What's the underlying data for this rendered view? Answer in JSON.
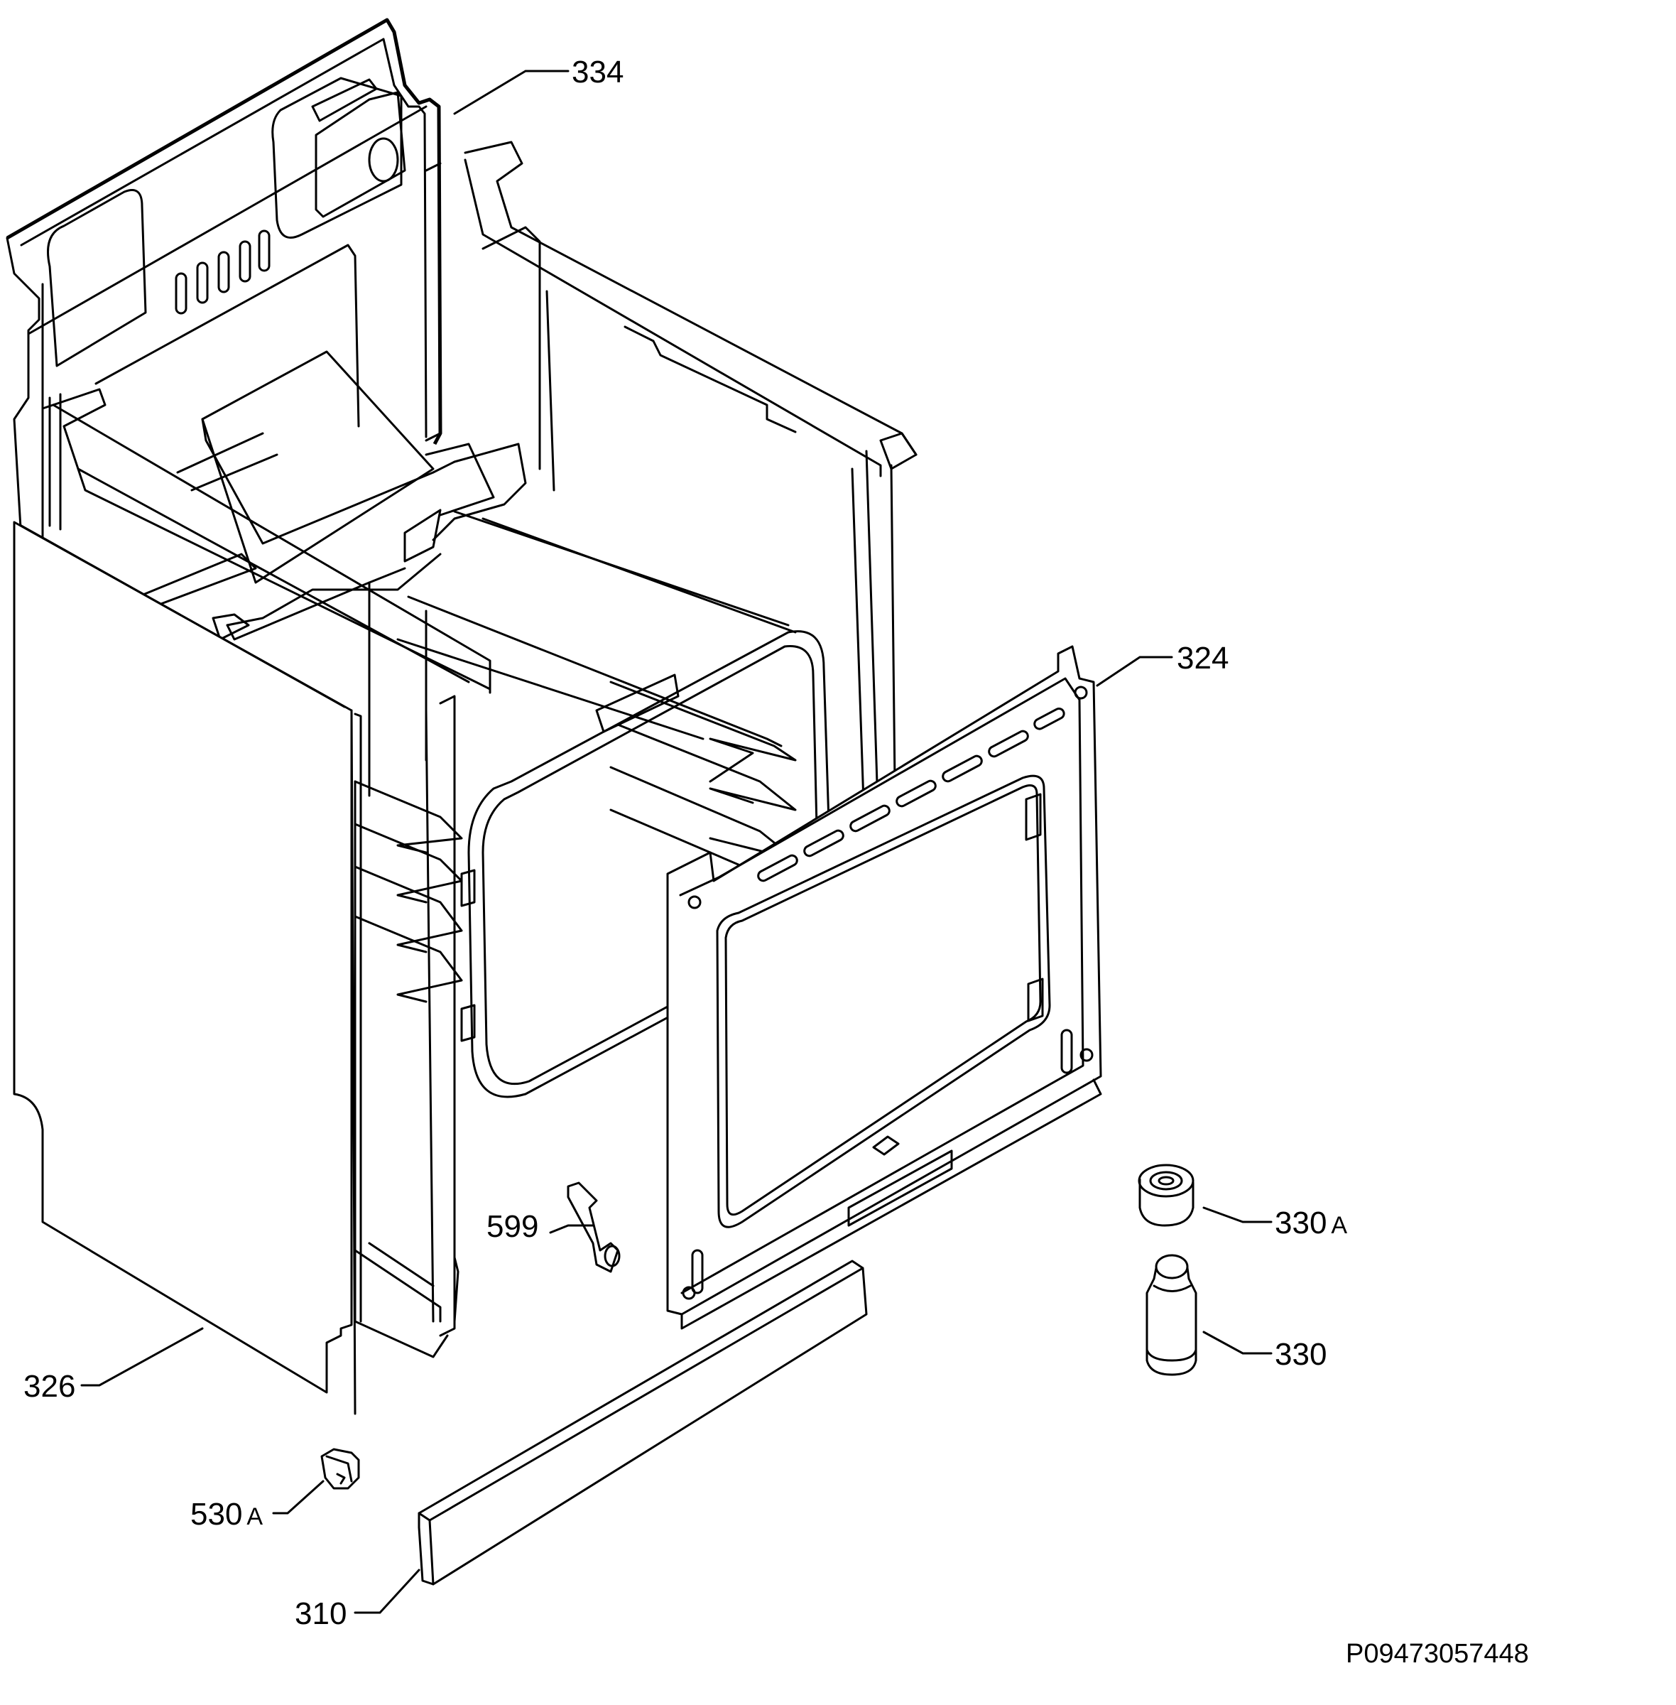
{
  "labels": {
    "p334": "334",
    "p324": "324",
    "p330a": {
      "num": "330",
      "suffix": "A"
    },
    "p330": "330",
    "p599": "599",
    "p326": "326",
    "p530a": {
      "num": "530",
      "suffix": "A"
    },
    "p310": "310"
  },
  "document_id": "P09473057448"
}
